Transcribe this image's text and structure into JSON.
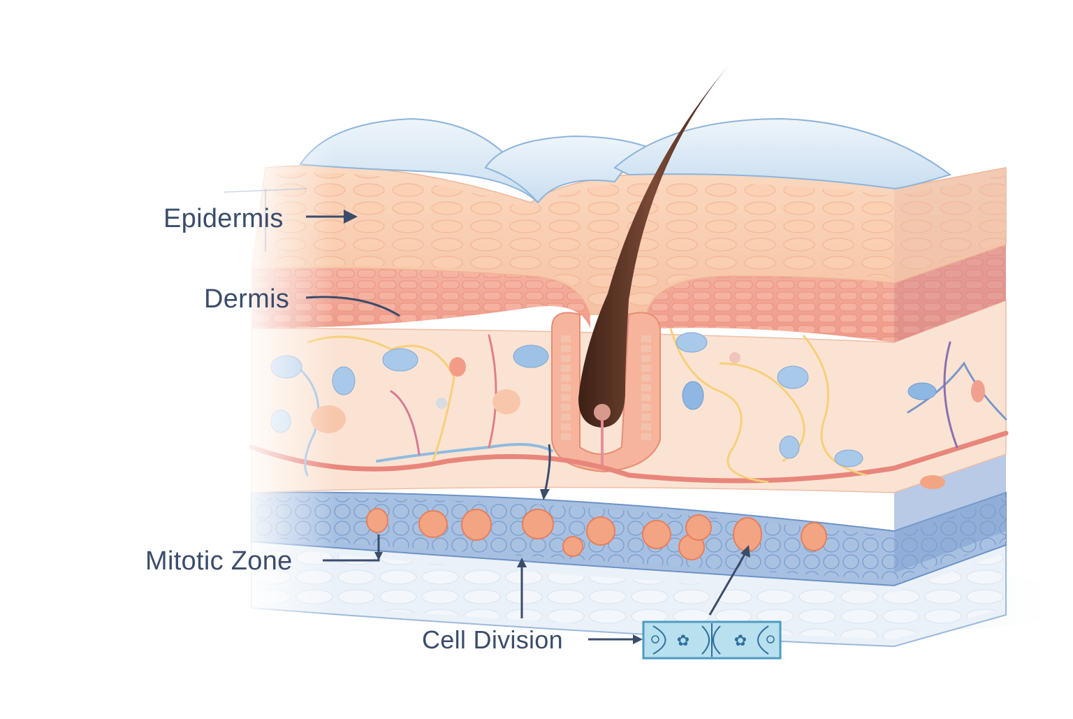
{
  "diagram": {
    "type": "anatomical-cross-section",
    "subject": "skin layers with hair follicle",
    "labels": {
      "epidermis": "Epidermis",
      "dermis": "Dermis",
      "mitotic_zone": "Mitotic Zone",
      "cell_division": "Cell Division"
    },
    "colors": {
      "label_text": "#3b4c6b",
      "arrow": "#3b4c6b",
      "epidermis": "#f7c9ab",
      "dermis_band": "#f2a796",
      "connective": "#fbe3d3",
      "basal_layer": "#8fb0d9",
      "subcutis": "#e3ecf6",
      "stratum_corneum": "#d8e8f5",
      "hair": "#5a3324",
      "mitotic_cell": "#f3a583",
      "inset_box": "#a8d8ea"
    }
  }
}
